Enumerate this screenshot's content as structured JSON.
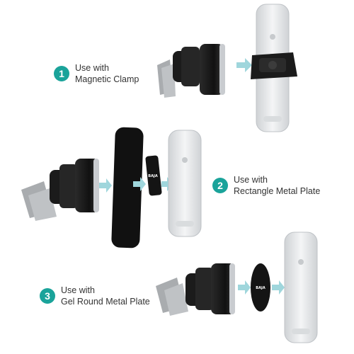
{
  "steps": [
    {
      "number": "1",
      "line1": "Use with",
      "line2": "Magnetic Clamp"
    },
    {
      "number": "2",
      "line1": "Use with",
      "line2": "Rectangle Metal Plate"
    },
    {
      "number": "3",
      "line1": "Use with",
      "line2": "Gel Round Metal Plate"
    }
  ],
  "colors": {
    "accent": "#1aa39a",
    "arrow": "#9fd6dc",
    "phone_silver": "#e6e8ea",
    "mount_black": "#1b1b1b",
    "vent_gray": "#a9acaf"
  },
  "brand_logo": "BAJA"
}
